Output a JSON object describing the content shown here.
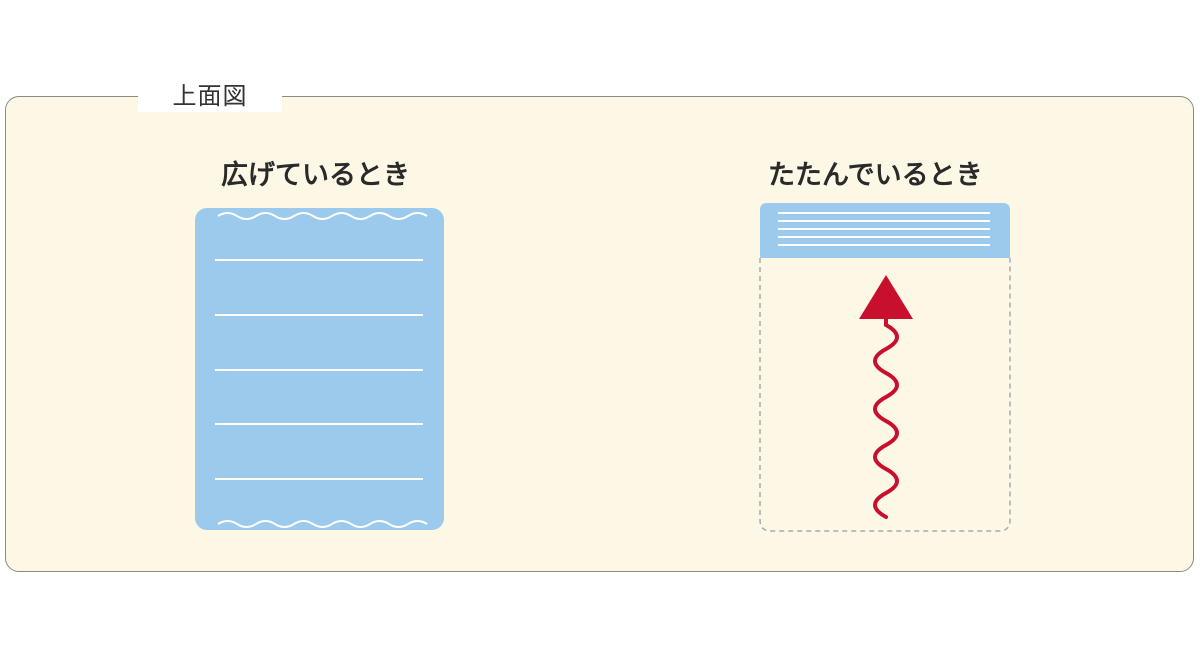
{
  "panel": {
    "title": "上面図"
  },
  "states": {
    "open": {
      "label": "広げているとき"
    },
    "folded": {
      "label": "たたんでいるとき"
    }
  },
  "colors": {
    "panel_background": "#fdf8e6",
    "panel_border": "#8e8a80",
    "futon_blue": "#9ccaec",
    "fold_line_white": "#ffffff",
    "dashed_outline": "#a9a9a9",
    "arrow_red": "#c8102e"
  },
  "icons": {
    "fold_arrow": "wavy-up-arrow-icon"
  }
}
